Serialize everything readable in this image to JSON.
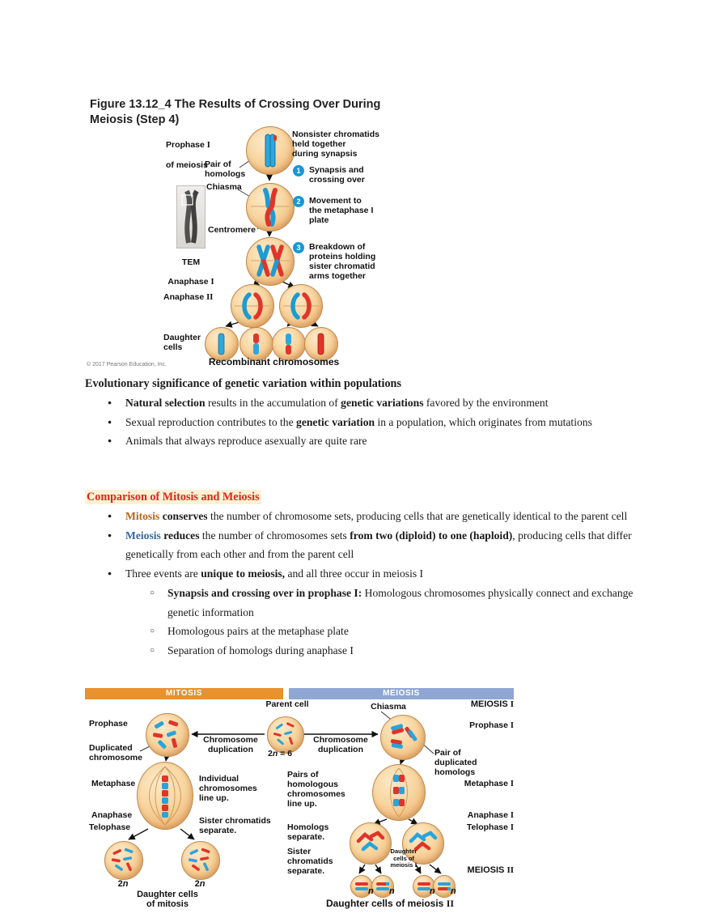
{
  "bullet_markers": {
    "filled": "●",
    "hollow": "○"
  },
  "figure1": {
    "title": "Figure 13.12_4 The Results of Crossing Over During\nMeiosis (Step 4)",
    "labels": {
      "prophase_l1": {
        "t": "Prophase ",
        "rn": "I"
      },
      "prophase_l2": "of meiosis",
      "nonsister": "Nonsister chromatids\nheld together\nduring synapsis",
      "pair_homologs": "Pair of\nhomologs",
      "chiasma": "Chiasma",
      "centromere": "Centromere",
      "tem_l1": "TEM",
      "tem_l2": {
        "t": "Anaphase ",
        "rn": "I"
      },
      "anaphase2": {
        "t": "Anaphase ",
        "rn": "II"
      },
      "daughter": "Daughter\ncells",
      "recombinant": "Recombinant chromosomes",
      "copyright": "© 2017 Pearson Education, Inc."
    },
    "steps": [
      {
        "num": "1",
        "text": "Synapsis and\ncrossing over"
      },
      {
        "num": "2",
        "text": "Movement to\nthe metaphase I\nplate"
      },
      {
        "num": "3",
        "text": "Breakdown of\nproteins holding\nsister chromatid\narms together"
      }
    ]
  },
  "section_variation": {
    "heading": "Evolutionary significance of genetic variation within populations",
    "bullets": [
      {
        "segments": [
          {
            "t": "Natural selection"
          },
          {
            "t": " results in the accumulation of "
          },
          {
            "t": "genetic variations"
          },
          {
            "t": " favored by the environment"
          }
        ]
      },
      {
        "segments": [
          {
            "t": "Sexual reproduction contributes to the "
          },
          {
            "t": "genetic variation"
          },
          {
            "t": " in a population, which originates from mutations"
          }
        ]
      },
      {
        "segments": [
          {
            "t": "Animals that always reproduce asexually are quite rare"
          }
        ]
      }
    ]
  },
  "section_comparison": {
    "heading": "Comparison of Mitosis and Meiosis",
    "bullets": [
      {
        "segments": [
          {
            "t": "Mitosis"
          },
          {
            "t": " conserves"
          },
          {
            "t": " the number of chromosome sets, producing cells that are genetically identical to the parent cell"
          }
        ]
      },
      {
        "segments": [
          {
            "t": "Meiosis"
          },
          {
            "t": " reduces"
          },
          {
            "t": " the number of chromosomes sets "
          },
          {
            "t": "from two (diploid) to one (haploid)"
          },
          {
            "t": ", producing cells that differ genetically from each other and from the parent cell"
          }
        ]
      },
      {
        "segments": [
          {
            "t": "Three events are "
          },
          {
            "t": "unique to meiosis,"
          },
          {
            "t": " and all three occur in meiosis I"
          }
        ]
      },
      {
        "segments": [
          {
            "t": "Synapsis and crossing over in prophase I:"
          },
          {
            "t": " Homologous chromosomes physically connect and exchange genetic information"
          }
        ]
      },
      {
        "segments": [
          {
            "t": "Homologous pairs at the metaphase plate"
          }
        ]
      },
      {
        "segments": [
          {
            "t": "Separation of homologs during anaphase I"
          }
        ]
      }
    ]
  },
  "figure2": {
    "mitosis_bar": "MITOSIS",
    "meiosis_bar": "MEIOSIS",
    "colors": {
      "mitosis_bar": "#e8912d",
      "meiosis_bar": "#90a7d4"
    },
    "labels": {
      "parent_cell": "Parent cell",
      "chiasma": "Chiasma",
      "meiosis1": {
        "t": "MEIOSIS ",
        "rn": "I"
      },
      "prophase": "Prophase",
      "prophase1": {
        "t": "Prophase ",
        "rn": "I"
      },
      "chrom_dup": "Chromosome\nduplication",
      "ploidy": {
        "pre": "2",
        "n": "n",
        "post": " = 6"
      },
      "pair_dup": "Pair of\nduplicated\nhomologs",
      "dup_chrom": "Duplicated\nchromosome",
      "metaphase": "Metaphase",
      "metaphase1": {
        "t": "Metaphase ",
        "rn": "I"
      },
      "individual": "Individual\nchromosomes\nline up.",
      "pairs_homo": "Pairs of\nhomologous\nchromosomes\nline up.",
      "anaphase": "Anaphase",
      "telophase": "Telophase",
      "anaphase1": {
        "t": "Anaphase ",
        "rn": "I"
      },
      "telophase1": {
        "t": "Telophase ",
        "rn": "I"
      },
      "sister_sep": "Sister chromatids\nseparate.",
      "homologs_sep": "Homologs\nseparate.",
      "sister_sep2": "Sister\nchromatids\nseparate.",
      "daughter_m1": {
        "t": "Daughter\ncells of\nmeiosis ",
        "rn": "I"
      },
      "meiosis2": {
        "t": "MEIOSIS ",
        "rn": "II"
      },
      "ploidy2n": {
        "pre": "2",
        "n": "n"
      },
      "n_label": "n",
      "daughter_mitosis": "Daughter cells\nof mitosis",
      "daughter_m2": {
        "t": "Daughter cells of meiosis ",
        "rn": "II"
      }
    }
  }
}
